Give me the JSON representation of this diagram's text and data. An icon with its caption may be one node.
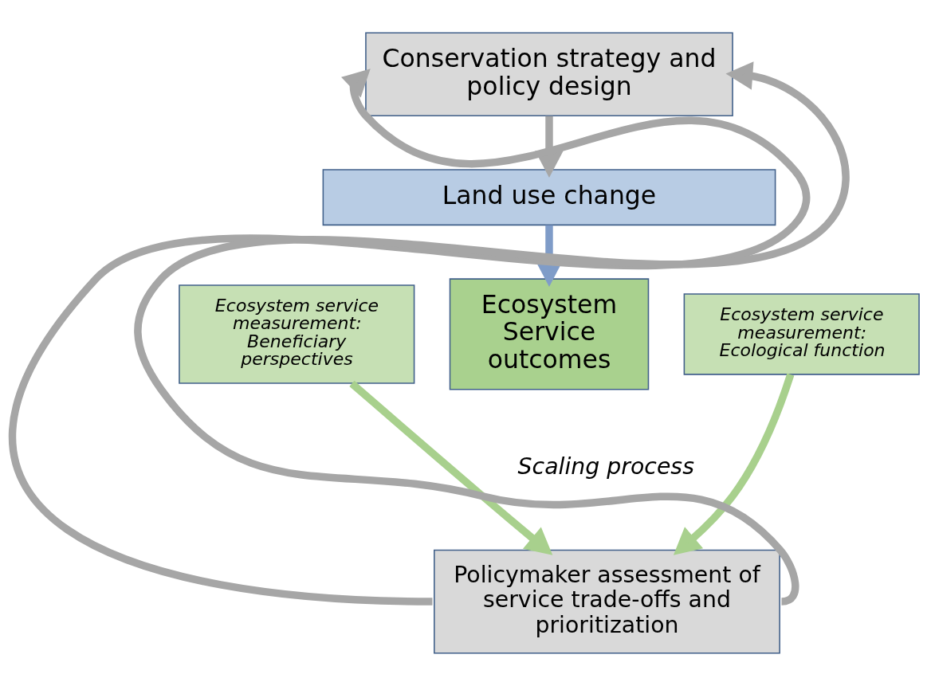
{
  "diagram": {
    "nodes": [
      {
        "text": [
          "Conservation strategy and policy design"
        ]
      },
      {
        "text": [
          "Land use change"
        ]
      },
      {
        "text": [
          "Ecosystem service measurement: Beneficiary perspectives"
        ]
      },
      {
        "text": [
          "Ecosystem Service outcomes"
        ]
      },
      {
        "text": [
          "Ecosystem service measurement: Ecological function"
        ]
      },
      {
        "text": [
          "Policymaker assessment of service trade-offs and prioritization"
        ]
      }
    ],
    "edges": [
      {
        "from": 0,
        "to": 1,
        "arrow": "to"
      },
      {
        "from": 1,
        "to": 3,
        "arrow": "to",
        "color": "#7f9cc8"
      },
      {
        "from": 2,
        "to": 5,
        "arrow": "to",
        "color": "#a8d08d"
      },
      {
        "from": 4,
        "to": 5,
        "arrow": "to",
        "color": "#a8d08d"
      },
      {
        "from": 5,
        "to": 0,
        "arrow": "to"
      },
      {
        "from": 5,
        "to": 0,
        "arrow": "to"
      }
    ],
    "labels": [
      "Scaling process"
    ]
  }
}
